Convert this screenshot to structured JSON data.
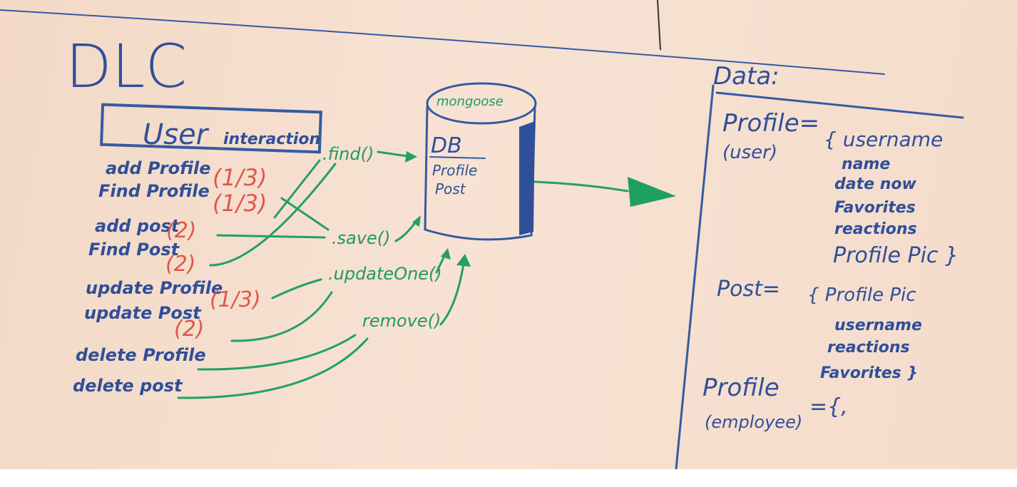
{
  "title": "DLC",
  "user_box": {
    "prefix": "User",
    "suffix": "interaction"
  },
  "operations": [
    {
      "label": "add Profile",
      "badge": "(1/3)"
    },
    {
      "label": "Find Profile",
      "badge": "(1/3)"
    },
    {
      "label": "add post",
      "badge": "(2)"
    },
    {
      "label": "Find Post",
      "badge": "(2)"
    },
    {
      "label": "update Profile",
      "badge": "(1/3)"
    },
    {
      "label": "update Post",
      "badge": "(2)"
    },
    {
      "label": "delete Profile",
      "badge": ""
    },
    {
      "label": "delete post",
      "badge": ""
    }
  ],
  "methods": [
    ".find()",
    ".save()",
    ".updateOne()",
    "remove()"
  ],
  "database": {
    "header": "mongoose",
    "name": "DB",
    "collections": [
      "Profile",
      "Post"
    ]
  },
  "data_panel": {
    "heading": "Data:",
    "profile_user": {
      "label": "Profile=",
      "sublabel": "(user)",
      "fields": [
        "{ username",
        "name",
        "date now",
        "Favorites",
        "reactions",
        "Profile Pic }"
      ]
    },
    "post": {
      "label": "Post=",
      "fields": [
        "{ Profile Pic",
        "username",
        "reactions",
        "Favorites }"
      ]
    },
    "profile_employee": {
      "label": "Profile",
      "sublabel": "(employee)",
      "value": "={,"
    }
  },
  "colors": {
    "marker_blue": "#2f4f9a",
    "marker_red": "#e0574b",
    "marker_green": "#1f9a5e",
    "board": "#f5ddcc"
  }
}
